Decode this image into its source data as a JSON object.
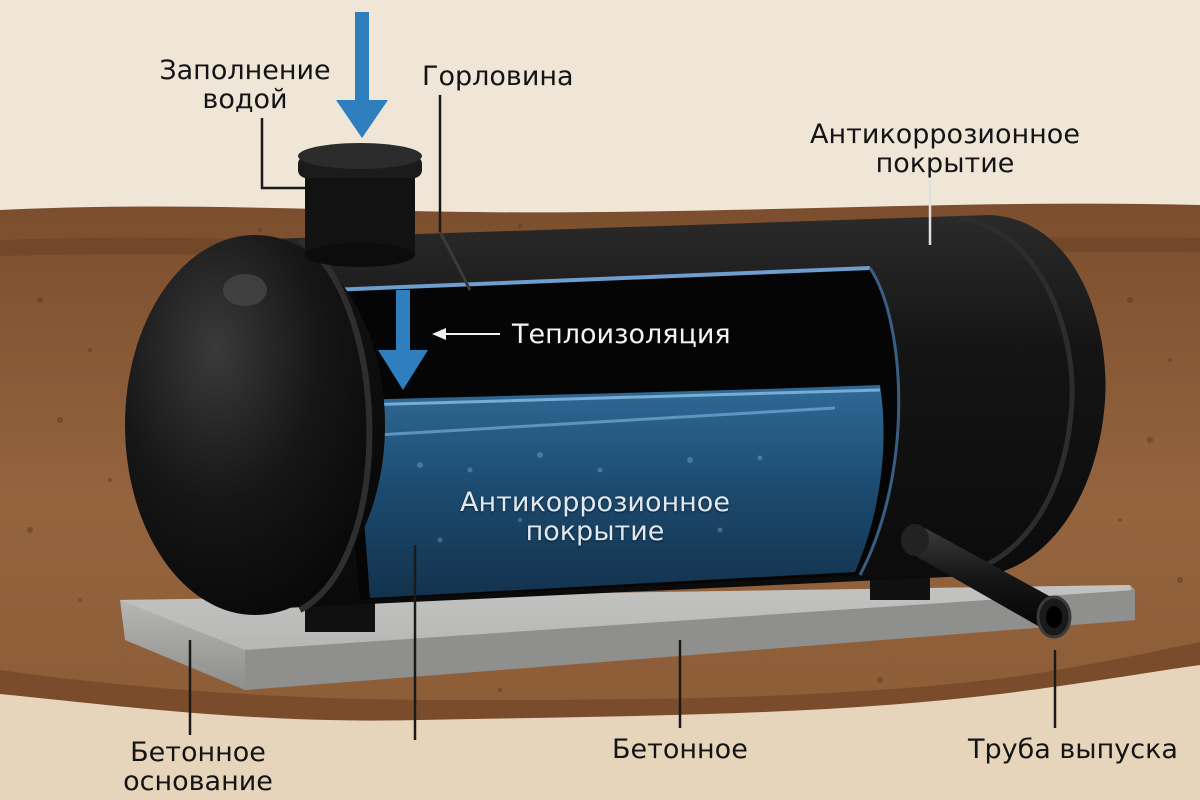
{
  "labels": {
    "water_fill": [
      "Заполнение",
      "водой"
    ],
    "neck": "Горловина",
    "coating_top": [
      "Антикоррозионное",
      "покрытие"
    ],
    "insulation": "Теплоизоляция",
    "coating_inner": [
      "Антикоррозионное",
      "покрытие"
    ],
    "concrete_base": [
      "Бетонное",
      "основание"
    ],
    "concrete": "Бетонное",
    "outlet_pipe": "Труба выпуска"
  },
  "colors": {
    "background": "#efe6d8",
    "soil": "#8a5a35",
    "tank": "#111111",
    "water": "#1c4a6e",
    "arrow": "#2f7fbe",
    "concrete": "#a9a9a7"
  }
}
